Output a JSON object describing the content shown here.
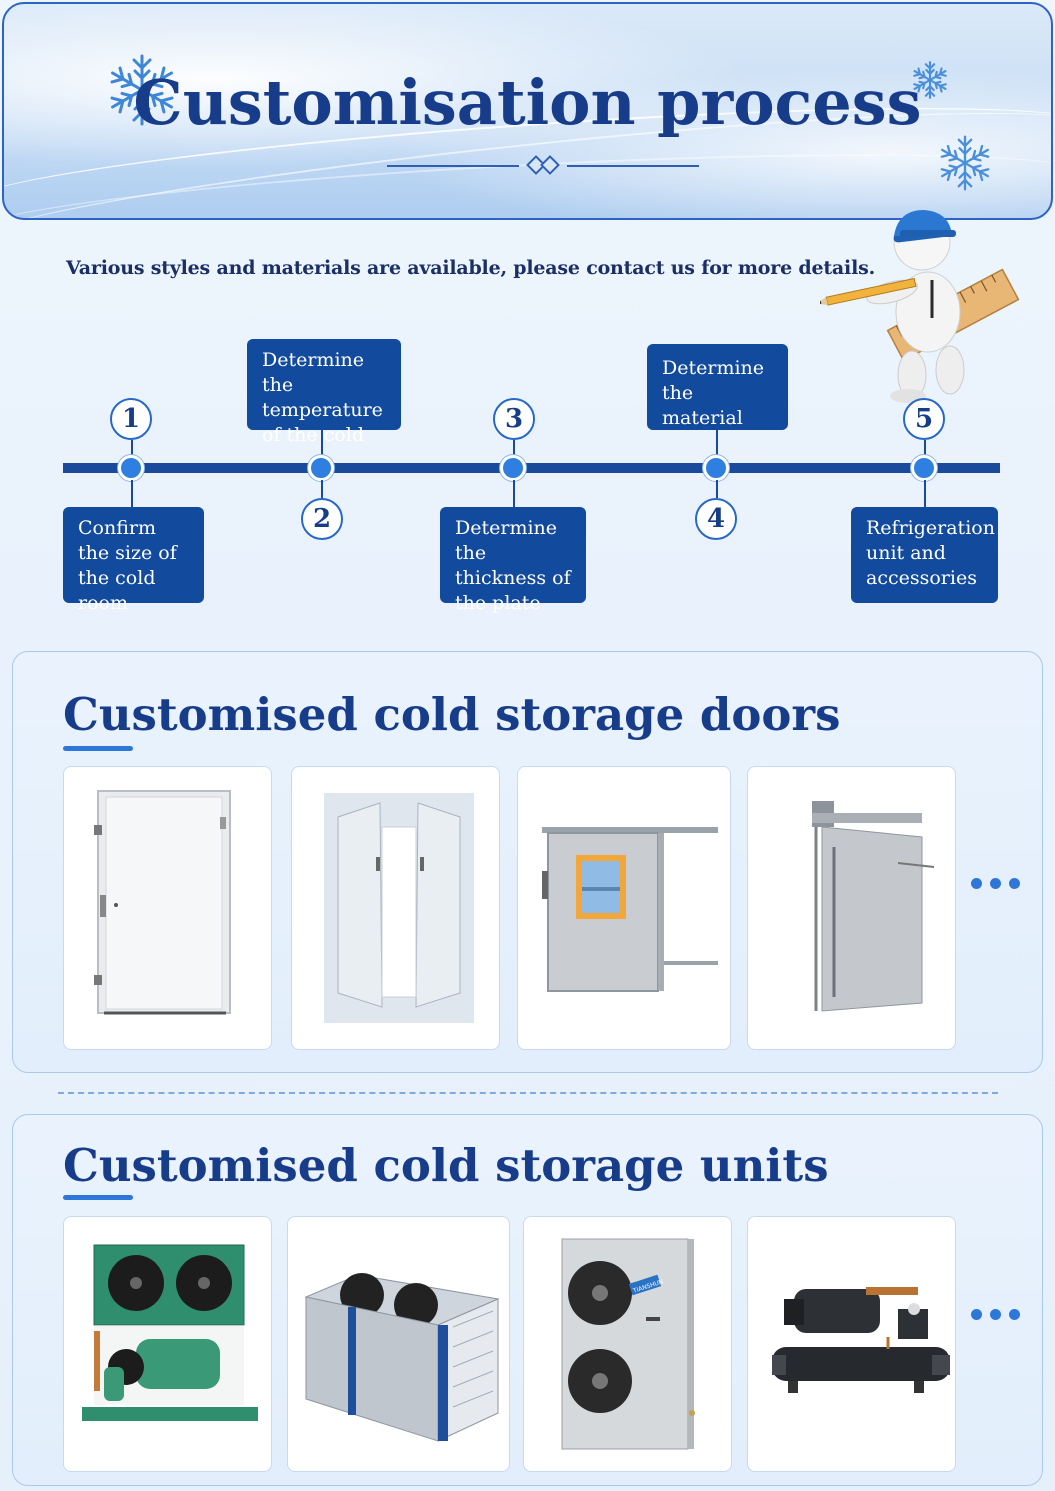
{
  "header": {
    "title": "Customisation process"
  },
  "intro_text": "Various styles and materials are available, please contact us for more details.",
  "steps": [
    {
      "number": "1",
      "label": "Confirm the size of the cold room"
    },
    {
      "number": "2",
      "label": "Determine the temperature of the cold"
    },
    {
      "number": "3",
      "label": "Determine the thickness of the plate"
    },
    {
      "number": "4",
      "label": "Determine the material"
    },
    {
      "number": "5",
      "label": "Refrigeration unit and accessories"
    }
  ],
  "doors_section": {
    "title": "Customised cold storage doors",
    "items": [
      "hinged-white-door",
      "double-leaf-door",
      "sliding-window-door",
      "sliding-steel-door"
    ]
  },
  "units_section": {
    "title": "Customised cold storage units",
    "items": [
      "green-condensing-unit",
      "box-type-unit",
      "inverter-outdoor-unit",
      "screw-compressor-unit"
    ],
    "unit_brand": "TIANSHUN"
  },
  "colors": {
    "primary_dark": "#124a9e",
    "accent": "#2f7fe0",
    "title": "#173c8a",
    "background": "#eaf3fd"
  }
}
